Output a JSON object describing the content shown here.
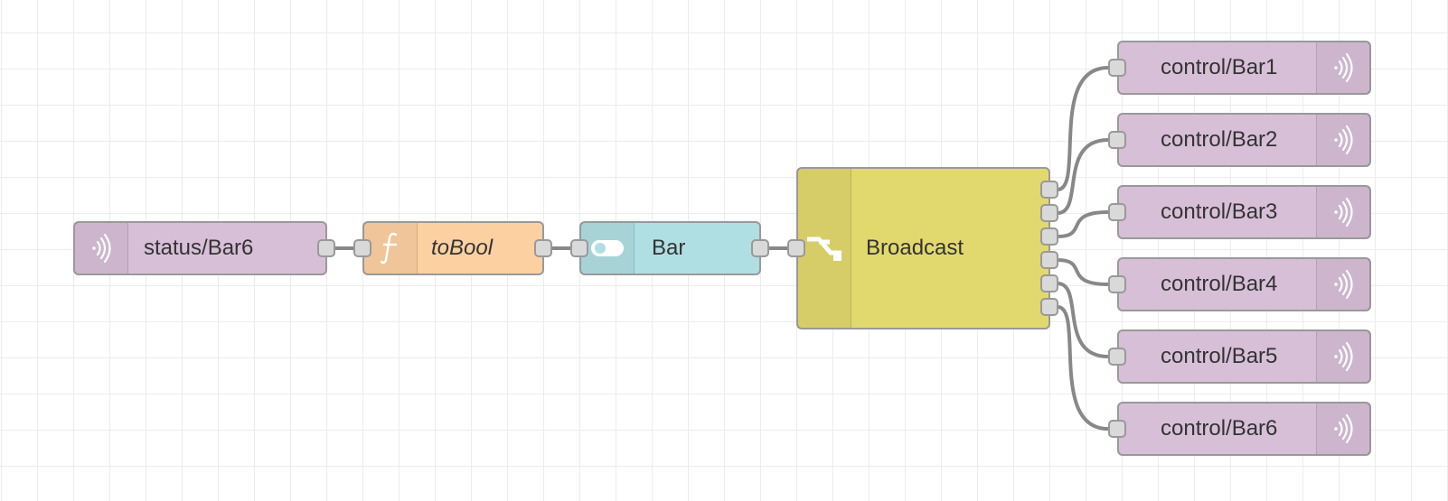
{
  "flow": {
    "mqtt_in": {
      "label": "status/Bar6",
      "icon": "mqtt-signal-icon"
    },
    "function": {
      "label": "toBool",
      "icon": "function-f-icon"
    },
    "dashboard": {
      "label": "Bar",
      "icon": "toggle-switch-icon"
    },
    "switch": {
      "label": "Broadcast",
      "icon": "switch-route-icon"
    },
    "mqtt_out": [
      {
        "label": "control/Bar1"
      },
      {
        "label": "control/Bar2"
      },
      {
        "label": "control/Bar3"
      },
      {
        "label": "control/Bar4"
      },
      {
        "label": "control/Bar5"
      },
      {
        "label": "control/Bar6"
      }
    ]
  },
  "colors": {
    "mqtt": "#d8bfd8",
    "function": "#fdd0a2",
    "dashboard": "#b0dfe3",
    "switch": "#e2d96e",
    "wire": "#888888",
    "grid": "#ececec"
  }
}
